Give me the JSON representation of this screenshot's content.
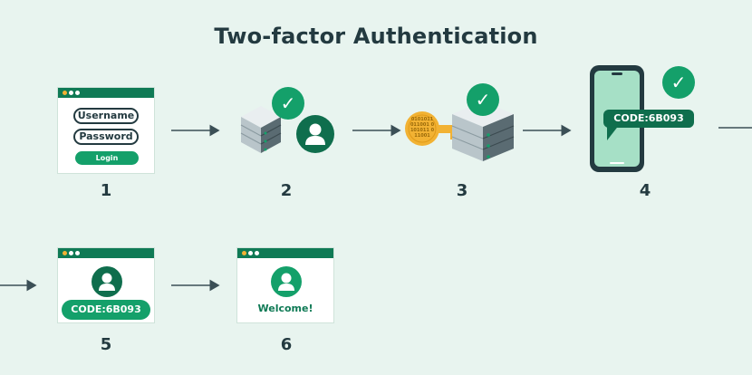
{
  "title": "Two-factor Authentication",
  "steps": [
    {
      "number": "1",
      "username_label": "Username",
      "password_label": "Password",
      "login_label": "Login"
    },
    {
      "number": "2"
    },
    {
      "number": "3",
      "key_text": "0101011 011001 0101011 011001"
    },
    {
      "number": "4",
      "sms_code": "CODE:6B093"
    },
    {
      "number": "5",
      "code_display": "CODE:6B093"
    },
    {
      "number": "6",
      "welcome_text": "Welcome!"
    }
  ],
  "colors": {
    "background": "#e8f4ef",
    "brand_green": "#14a06a",
    "dark_green": "#0f7a55",
    "dark_slate": "#233a40",
    "key_gold": "#f2b233"
  },
  "icons": [
    "check-icon",
    "server-icon",
    "user-avatar-icon",
    "key-icon",
    "smartphone-icon",
    "arrow-icon"
  ]
}
